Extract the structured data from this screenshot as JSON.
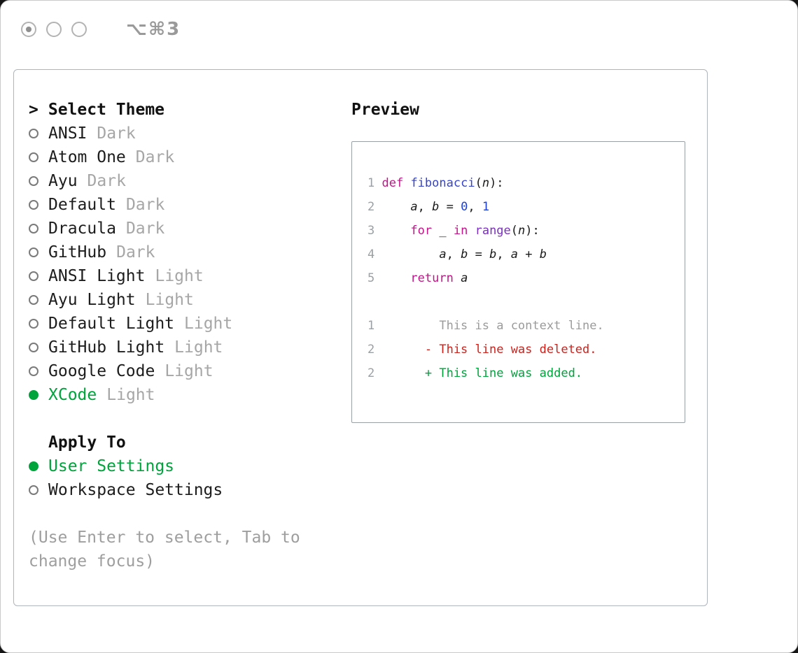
{
  "window": {
    "shortcut": "⌥⌘3"
  },
  "theme_picker": {
    "title_prefix": ">",
    "title": "Select Theme",
    "items": [
      {
        "name": "ANSI",
        "variant": "Dark",
        "selected": false
      },
      {
        "name": "Atom One",
        "variant": "Dark",
        "selected": false
      },
      {
        "name": "Ayu",
        "variant": "Dark",
        "selected": false
      },
      {
        "name": "Default",
        "variant": "Dark",
        "selected": false
      },
      {
        "name": "Dracula",
        "variant": "Dark",
        "selected": false
      },
      {
        "name": "GitHub",
        "variant": "Dark",
        "selected": false
      },
      {
        "name": "ANSI Light",
        "variant": "Light",
        "selected": false
      },
      {
        "name": "Ayu Light",
        "variant": "Light",
        "selected": false
      },
      {
        "name": "Default Light",
        "variant": "Light",
        "selected": false
      },
      {
        "name": "GitHub Light",
        "variant": "Light",
        "selected": false
      },
      {
        "name": "Google Code",
        "variant": "Light",
        "selected": false
      },
      {
        "name": "XCode",
        "variant": "Light",
        "selected": true
      }
    ]
  },
  "apply_to": {
    "title": "Apply To",
    "options": [
      {
        "label": "User Settings",
        "selected": true
      },
      {
        "label": "Workspace Settings",
        "selected": false
      }
    ]
  },
  "help_text": "(Use Enter to select, Tab to change focus)",
  "preview": {
    "title": "Preview",
    "code": [
      {
        "num": "1",
        "tokens": [
          {
            "t": "def",
            "c": "kw"
          },
          {
            "t": " ",
            "c": "plain"
          },
          {
            "t": "fibonacci",
            "c": "fn"
          },
          {
            "t": "(",
            "c": "plain"
          },
          {
            "t": "n",
            "c": "var"
          },
          {
            "t": "):",
            "c": "plain"
          }
        ]
      },
      {
        "num": "2",
        "tokens": [
          {
            "t": "    ",
            "c": "plain"
          },
          {
            "t": "a",
            "c": "var"
          },
          {
            "t": ", ",
            "c": "plain"
          },
          {
            "t": "b",
            "c": "var"
          },
          {
            "t": " = ",
            "c": "plain"
          },
          {
            "t": "0",
            "c": "num"
          },
          {
            "t": ", ",
            "c": "plain"
          },
          {
            "t": "1",
            "c": "num"
          }
        ]
      },
      {
        "num": "3",
        "tokens": [
          {
            "t": "    ",
            "c": "plain"
          },
          {
            "t": "for",
            "c": "kw"
          },
          {
            "t": " _ ",
            "c": "plain"
          },
          {
            "t": "in",
            "c": "kw"
          },
          {
            "t": " ",
            "c": "plain"
          },
          {
            "t": "range",
            "c": "call"
          },
          {
            "t": "(",
            "c": "plain"
          },
          {
            "t": "n",
            "c": "var"
          },
          {
            "t": "):",
            "c": "plain"
          }
        ]
      },
      {
        "num": "4",
        "tokens": [
          {
            "t": "        ",
            "c": "plain"
          },
          {
            "t": "a",
            "c": "var"
          },
          {
            "t": ", ",
            "c": "plain"
          },
          {
            "t": "b",
            "c": "var"
          },
          {
            "t": " = ",
            "c": "plain"
          },
          {
            "t": "b",
            "c": "var"
          },
          {
            "t": ", ",
            "c": "plain"
          },
          {
            "t": "a",
            "c": "var"
          },
          {
            "t": " + ",
            "c": "plain"
          },
          {
            "t": "b",
            "c": "var"
          }
        ]
      },
      {
        "num": "5",
        "tokens": [
          {
            "t": "    ",
            "c": "plain"
          },
          {
            "t": "return",
            "c": "kw"
          },
          {
            "t": " ",
            "c": "plain"
          },
          {
            "t": "a",
            "c": "var"
          }
        ]
      }
    ],
    "diff": [
      {
        "num": "1",
        "text": "        This is a context line.",
        "type": "context"
      },
      {
        "num": "2",
        "text": "      - This line was deleted.",
        "type": "deleted"
      },
      {
        "num": "2",
        "text": "      + This line was added.",
        "type": "added"
      }
    ]
  },
  "colors": {
    "green": "#00a33c",
    "red": "#cf211b",
    "keyword": "#c01589",
    "function": "#3644c9",
    "number": "#1d3fd8",
    "call": "#7b2fc0",
    "gray": "#9b9b9b"
  }
}
